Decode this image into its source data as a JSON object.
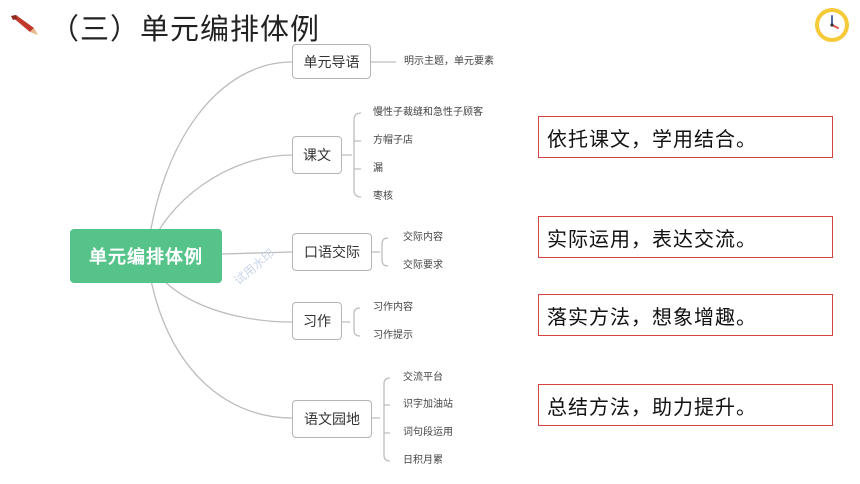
{
  "title": "（三）单元编排体例",
  "icons": {
    "pen": "pen-icon",
    "clock": "clock-icon"
  },
  "colors": {
    "root": "#55c38a",
    "callout_border": "#d6423f",
    "connector": "#bdbdbd"
  },
  "mindmap": {
    "root": "单元编排体例",
    "branches": [
      {
        "label": "单元导语",
        "items": [
          "明示主题，单元要素"
        ]
      },
      {
        "label": "课文",
        "items": [
          "慢性子裁缝和急性子顾客",
          "方帽子店",
          "漏",
          "枣核"
        ]
      },
      {
        "label": "口语交际",
        "items": [
          "交际内容",
          "交际要求"
        ]
      },
      {
        "label": "习作",
        "items": [
          "习作内容",
          "习作提示"
        ]
      },
      {
        "label": "语文园地",
        "items": [
          "交流平台",
          "识字加油站",
          "词句段运用",
          "日积月累"
        ]
      }
    ]
  },
  "callouts": [
    "依托课文，学用结合。",
    "实际运用，表达交流。",
    "落实方法，想象增趣。",
    "总结方法，助力提升。"
  ],
  "watermark": "试用水印"
}
